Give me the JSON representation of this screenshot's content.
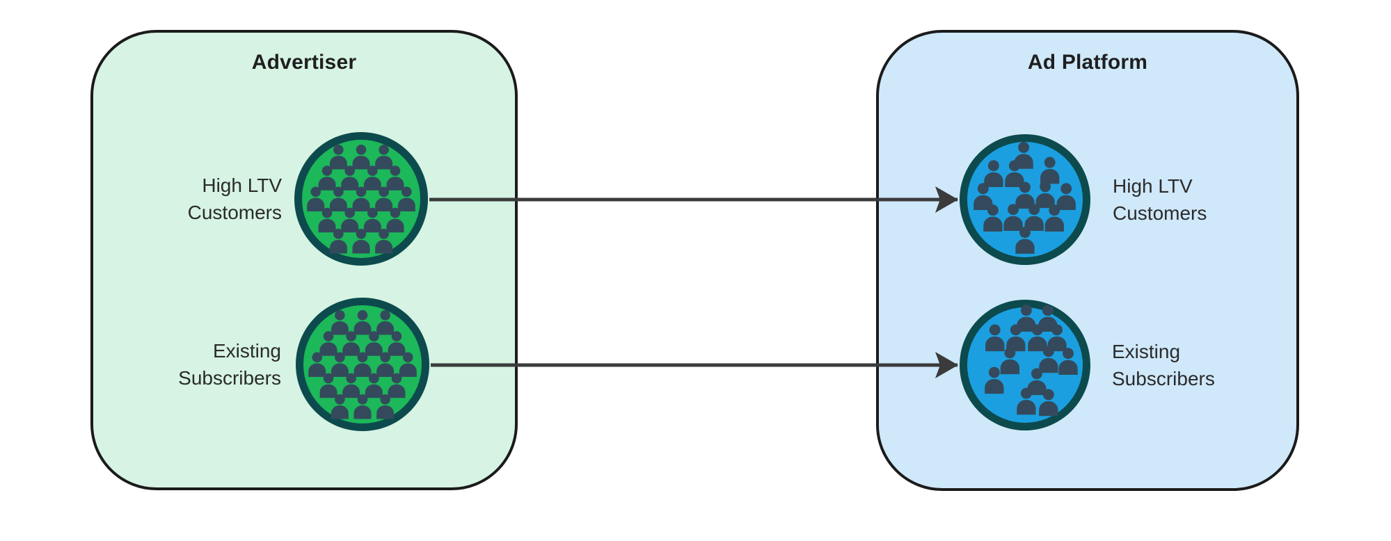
{
  "page": {
    "background": "#ffffff"
  },
  "style": {
    "arrow_color": "#3b3b3b",
    "ring_color": "#0d4a4d",
    "person_color": "#344a5c",
    "box_border_color": "#1b1b1b",
    "title_color": "#1f1f1f",
    "label_color": "#2b2b2b"
  },
  "groups": {
    "advertiser": {
      "title": "Advertiser",
      "fill": "#d6f3e3",
      "audiences": [
        {
          "id": "adv-high-ltv",
          "lines": [
            "High LTV",
            "Customers"
          ],
          "circle_fill": "#1cb85a",
          "crowd_pattern": "dense-grid",
          "people_count": 19
        },
        {
          "id": "adv-existing",
          "lines": [
            "Existing",
            "Subscribers"
          ],
          "circle_fill": "#1cb85a",
          "crowd_pattern": "dense-grid",
          "people_count": 19
        }
      ]
    },
    "ad_platform": {
      "title": "Ad Platform",
      "fill": "#cfe8fa",
      "audiences": [
        {
          "id": "plat-high-ltv",
          "lines": [
            "High LTV",
            "Customers"
          ],
          "circle_fill": "#1b9fe0",
          "crowd_pattern": "scatter-a",
          "people_count": 13
        },
        {
          "id": "plat-existing",
          "lines": [
            "Existing",
            "Subscribers"
          ],
          "circle_fill": "#1b9fe0",
          "crowd_pattern": "scatter-b",
          "people_count": 13
        }
      ]
    }
  },
  "crowd_patterns": {
    "dense-grid": [
      [
        -0.34,
        -0.63
      ],
      [
        0,
        -0.63
      ],
      [
        0.34,
        -0.63
      ],
      [
        -0.51,
        -0.315
      ],
      [
        -0.17,
        -0.315
      ],
      [
        0.17,
        -0.315
      ],
      [
        0.51,
        -0.315
      ],
      [
        -0.68,
        0
      ],
      [
        -0.34,
        0
      ],
      [
        0,
        0
      ],
      [
        0.34,
        0
      ],
      [
        0.68,
        0
      ],
      [
        -0.51,
        0.315
      ],
      [
        -0.17,
        0.315
      ],
      [
        0.17,
        0.315
      ],
      [
        0.51,
        0.315
      ],
      [
        -0.34,
        0.63
      ],
      [
        0,
        0.63
      ],
      [
        0.34,
        0.63
      ]
    ],
    "scatter-a": [
      [
        -0.02,
        -0.68
      ],
      [
        -0.48,
        -0.4
      ],
      [
        -0.16,
        -0.4
      ],
      [
        0.38,
        -0.45
      ],
      [
        -0.64,
        -0.05
      ],
      [
        0,
        -0.07
      ],
      [
        0.31,
        -0.08
      ],
      [
        0.63,
        -0.05
      ],
      [
        -0.49,
        0.28
      ],
      [
        -0.18,
        0.27
      ],
      [
        0.14,
        0.27
      ],
      [
        0.45,
        0.28
      ],
      [
        0,
        0.62
      ]
    ],
    "scatter-b": [
      [
        0.02,
        -0.72
      ],
      [
        0.35,
        -0.72
      ],
      [
        -0.46,
        -0.42
      ],
      [
        -0.14,
        -0.42
      ],
      [
        0.19,
        -0.42
      ],
      [
        0.49,
        -0.42
      ],
      [
        -0.23,
        -0.07
      ],
      [
        0.36,
        -0.09
      ],
      [
        0.66,
        -0.06
      ],
      [
        -0.47,
        0.23
      ],
      [
        0.18,
        0.25
      ],
      [
        0.02,
        0.55
      ],
      [
        0.36,
        0.57
      ]
    ]
  },
  "connections": [
    {
      "from": "adv-high-ltv",
      "to": "plat-high-ltv"
    },
    {
      "from": "adv-existing",
      "to": "plat-existing"
    }
  ]
}
